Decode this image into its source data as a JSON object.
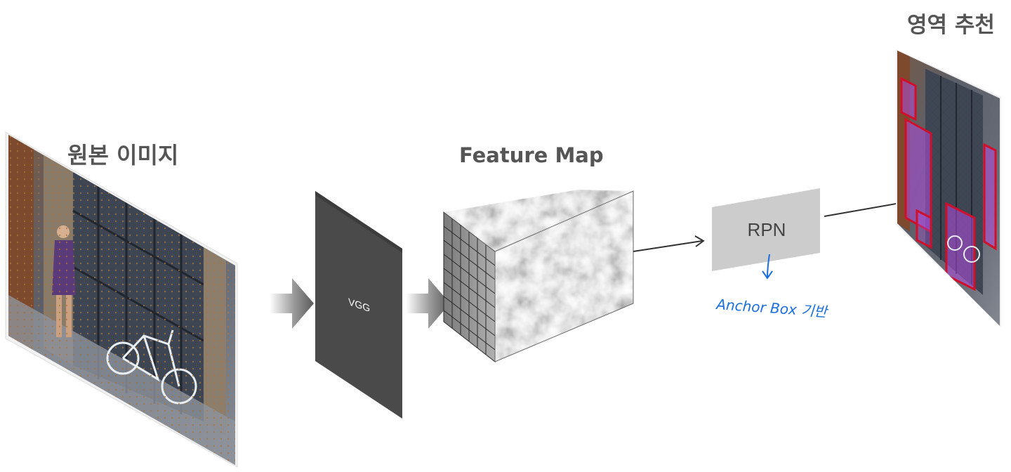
{
  "labels": {
    "original_image": "원본 이미지",
    "feature_map": "Feature Map",
    "region_proposal": "영역 추천",
    "vgg": "VGG",
    "rpn": "RPN",
    "anchor_note": "Anchor Box 기반"
  },
  "colors": {
    "label_text": "#555555",
    "vgg_panel": "#4a4a4a",
    "rpn_box": "#cccccc",
    "annotation_blue": "#1a6fe0",
    "proposal_fill": "#b04de0",
    "proposal_stroke": "#d0102a"
  },
  "icons": {
    "input_arrow": "block-arrow-right",
    "feature_arrow": "block-arrow-right",
    "rpn_arrow": "arrow-right",
    "output_arrow": "arrow-right",
    "anchor_arrow": "arrow-down"
  }
}
